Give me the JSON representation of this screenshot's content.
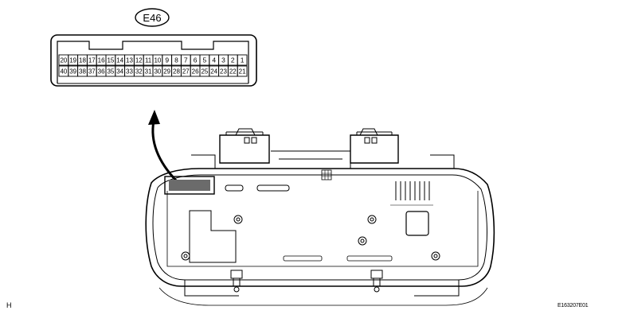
{
  "connector": {
    "code": "E46",
    "pins_top": [
      "20",
      "19",
      "18",
      "17",
      "16",
      "15",
      "14",
      "13",
      "12",
      "11",
      "10",
      "9",
      "8",
      "7",
      "6",
      "5",
      "4",
      "3",
      "2",
      "1"
    ],
    "pins_bottom": [
      "40",
      "39",
      "38",
      "37",
      "36",
      "35",
      "34",
      "33",
      "32",
      "31",
      "30",
      "29",
      "28",
      "27",
      "26",
      "25",
      "24",
      "23",
      "22",
      "21"
    ]
  },
  "corner_left_label": "H",
  "figure_id": "E163207E01"
}
